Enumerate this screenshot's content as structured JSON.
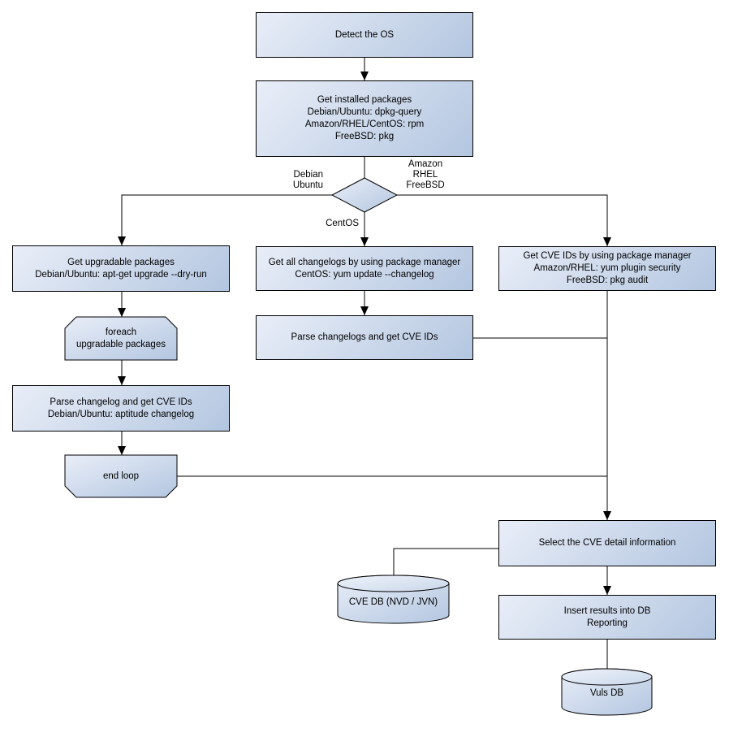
{
  "colors": {
    "node_fill_start": "#e9eef8",
    "node_fill_end": "#b3c6e0",
    "node_border": "#000000",
    "connector": "#000000",
    "text": "#000000",
    "background": "#ffffff"
  },
  "diagram": {
    "nodes": {
      "detect_os": "Detect the OS",
      "get_installed_packages": "Get installed packages\nDebian/Ubuntu: dpkg-query\nAmazon/RHEL/CentOS: rpm\nFreeBSD: pkg",
      "get_upgradable_packages": "Get upgradable packages\nDebian/Ubuntu: apt-get upgrade --dry-run",
      "foreach_loop_start": "foreach\nupgradable packages",
      "parse_changelog_deb": "Parse changelog and get CVE IDs\nDebian/Ubuntu: aptitude changelog",
      "end_loop": "end loop",
      "get_all_changelogs": "Get all changelogs by using package manager\nCentOS: yum update --changelog",
      "parse_changelogs": "Parse changelogs and get CVE IDs",
      "get_cve_ids_pkg_manager": "Get CVE IDs by using package manager\nAmazon/RHEL: yum plugin security\nFreeBSD: pkg audit",
      "select_cve_detail": "Select the CVE detail information",
      "insert_results": "Insert results into DB\nReporting",
      "cve_db": "CVE DB (NVD / JVN)",
      "vuls_db": "Vuls DB"
    },
    "edge_labels": {
      "debian_ubuntu": "Debian\nUbuntu",
      "amazon_rhel_freebsd": "Amazon\nRHEL\nFreeBSD",
      "centos": "CentOS"
    }
  }
}
